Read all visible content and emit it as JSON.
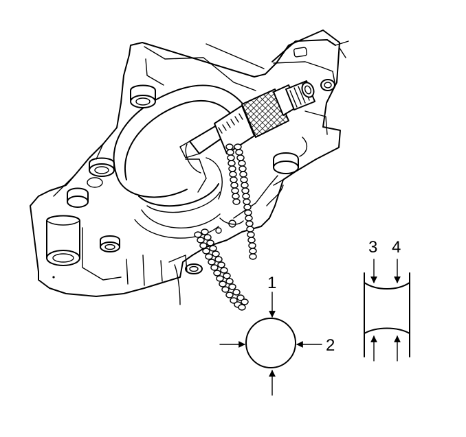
{
  "callouts": {
    "c1": "1",
    "c2": "2",
    "c3": "3",
    "c4": "4"
  },
  "icons": {
    "block": "engine-block-bore-icon",
    "micrometer": "outside-micrometer-icon",
    "circle": "bore-cross-section-icon",
    "profile": "bore-profile-icon"
  }
}
